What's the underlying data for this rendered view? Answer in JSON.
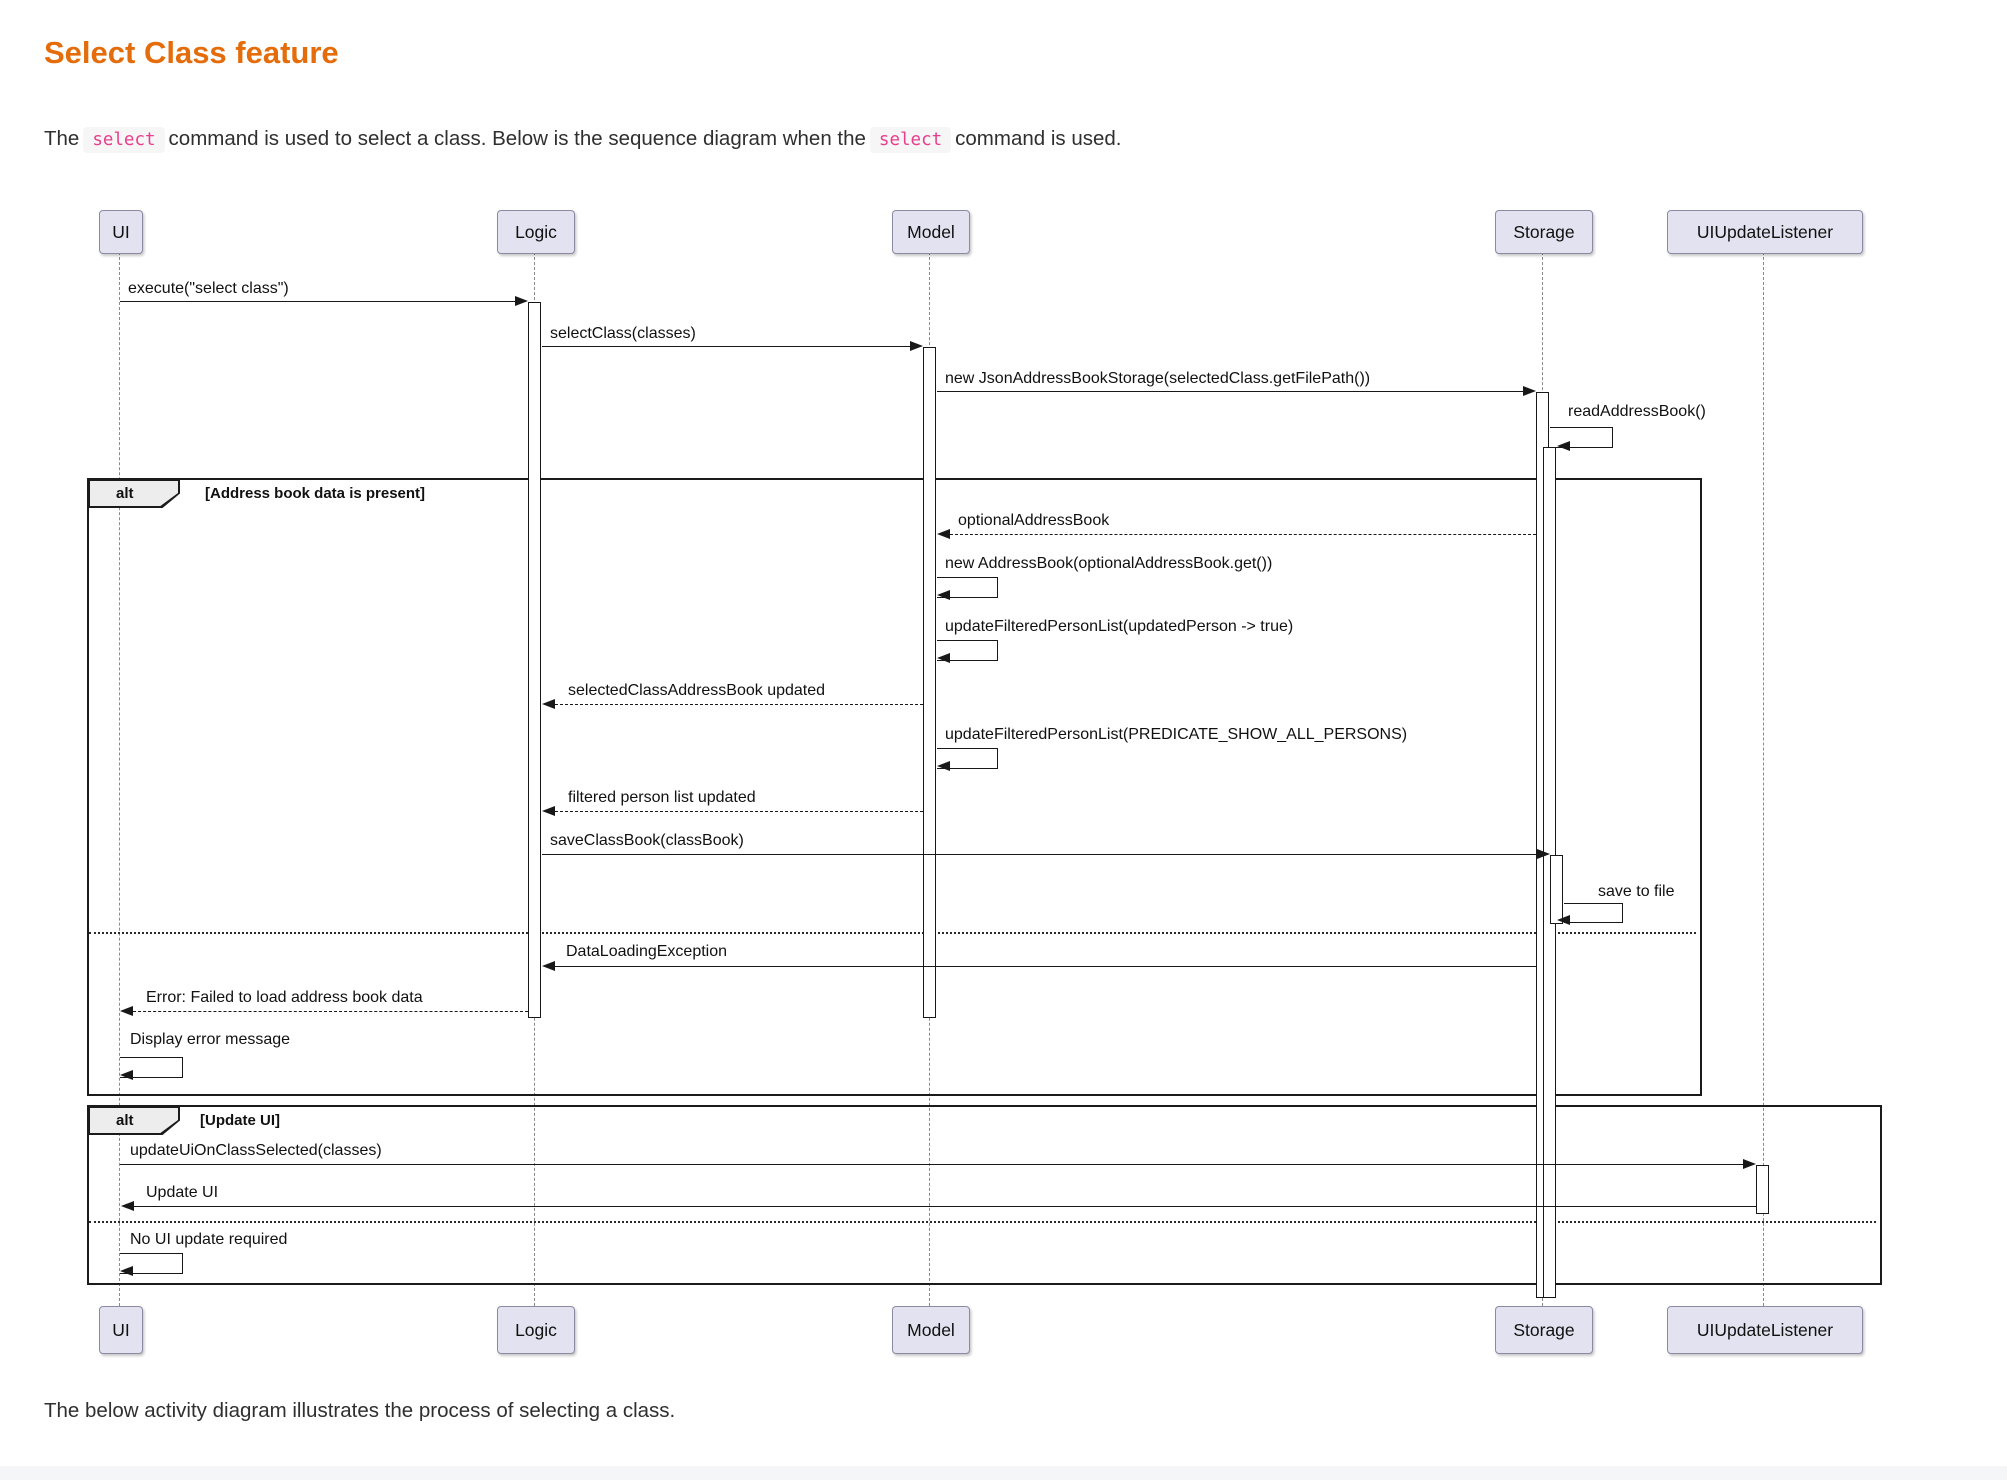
{
  "page": {
    "title": "Select Class feature",
    "intro": {
      "part1": "The",
      "code1": "select",
      "part2": "command is used to select a class. Below is the sequence diagram when the",
      "code2": "select",
      "part3": "command is used."
    },
    "outro": "The below activity diagram illustrates the process of selecting a class."
  },
  "diagram": {
    "participants": [
      {
        "name": "UI"
      },
      {
        "name": "Logic"
      },
      {
        "name": "Model"
      },
      {
        "name": "Storage"
      },
      {
        "name": "UIUpdateListener"
      }
    ],
    "frames": [
      {
        "operator": "alt",
        "condition": "[Address book data is present]"
      },
      {
        "operator": "alt",
        "condition": "[Update UI]"
      }
    ],
    "messages": [
      {
        "label": "execute(\"select class\")",
        "type": "sync"
      },
      {
        "label": "selectClass(classes)",
        "type": "sync"
      },
      {
        "label": "new JsonAddressBookStorage(selectedClass.getFilePath())",
        "type": "sync"
      },
      {
        "label": "readAddressBook()",
        "type": "self"
      },
      {
        "label": "optionalAddressBook",
        "type": "return"
      },
      {
        "label": "new AddressBook(optionalAddressBook.get())",
        "type": "self"
      },
      {
        "label": "updateFilteredPersonList(updatedPerson -> true)",
        "type": "self"
      },
      {
        "label": "selectedClassAddressBook updated",
        "type": "return"
      },
      {
        "label": "updateFilteredPersonList(PREDICATE_SHOW_ALL_PERSONS)",
        "type": "self"
      },
      {
        "label": "filtered person list updated",
        "type": "return"
      },
      {
        "label": "saveClassBook(classBook)",
        "type": "sync"
      },
      {
        "label": "save to file",
        "type": "self"
      },
      {
        "label": "DataLoadingException",
        "type": "sync"
      },
      {
        "label": "Error: Failed to load address book data",
        "type": "return"
      },
      {
        "label": "Display error message",
        "type": "self"
      },
      {
        "label": "updateUiOnClassSelected(classes)",
        "type": "sync"
      },
      {
        "label": "Update UI",
        "type": "sync"
      },
      {
        "label": "No UI update required",
        "type": "self"
      }
    ],
    "colors": {
      "participant_fill": "#E2E2F0",
      "line": "#181818",
      "heading": "#E46C0A",
      "code_text": "#E83E8C",
      "code_bg": "#F6F6F6"
    }
  }
}
